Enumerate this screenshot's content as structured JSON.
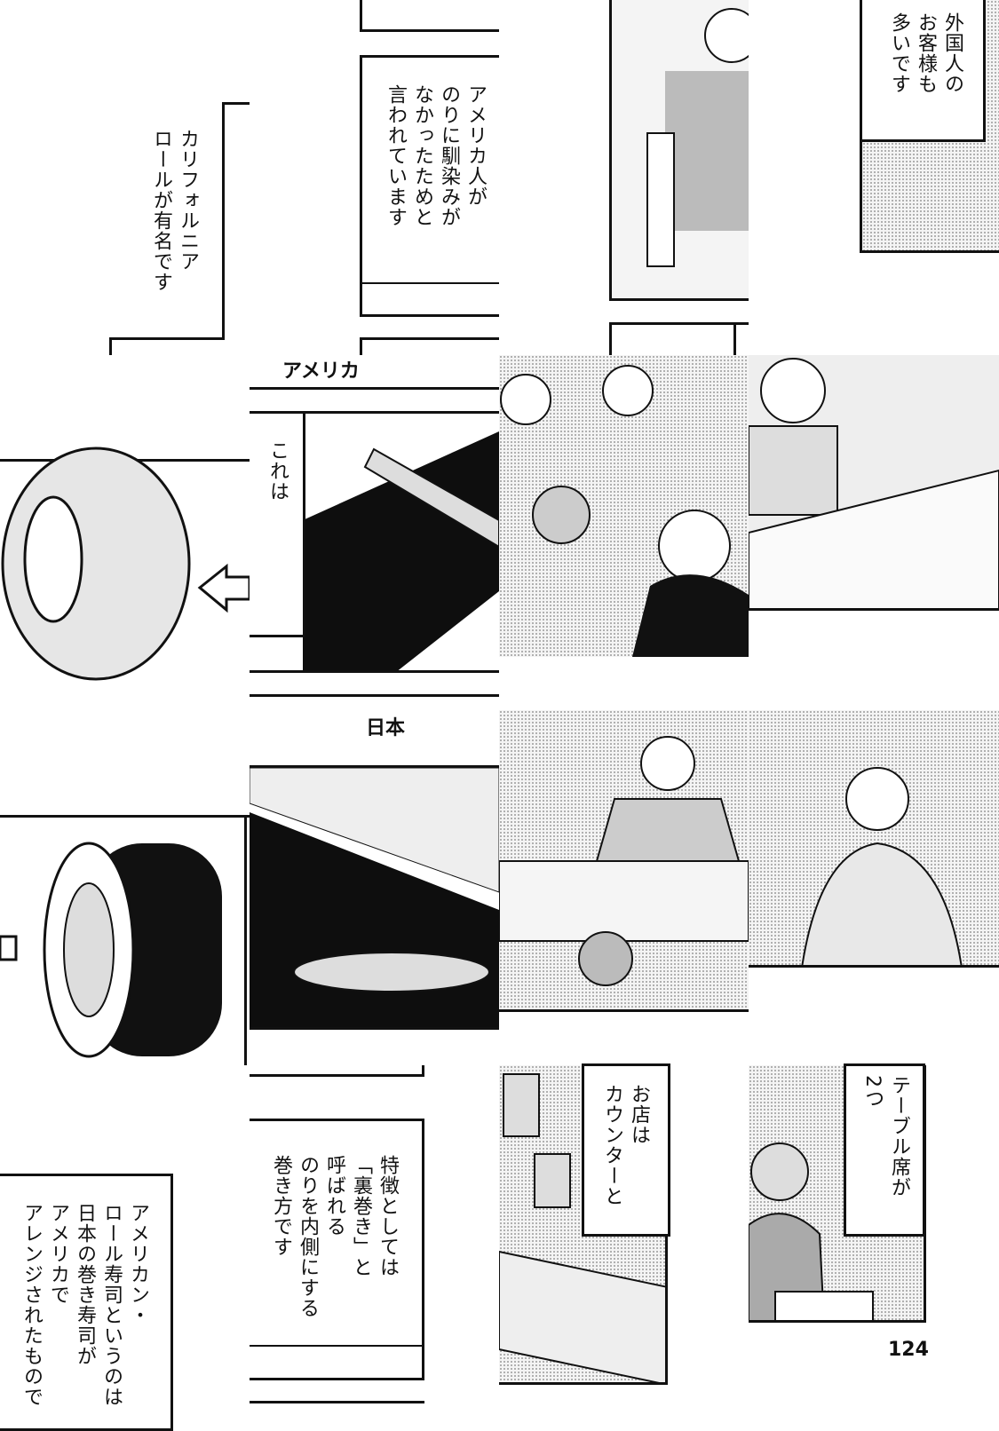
{
  "captions": {
    "california": "カリフォルニア\nロールが有名です",
    "americans_nori": "アメリカ人が\nのりに馴染みが\nなかったためと\n言われています",
    "foreign_guests": "外国人の\nお客様も\n多いです",
    "this_is": "これは",
    "american_roll": "アメリカン・\nロール寿司というのは\n日本の巻き寿司が\nアメリカで\nアレンジされたもので",
    "uramaki": "特徴としては\n「裏巻き」と\n呼ばれる\nのりを内側にする\n巻き方です",
    "counter": "お店は\nカウンターと",
    "tables": "テーブル席が\n2つ"
  },
  "labels": {
    "america": "アメリカ",
    "japan": "日本"
  },
  "page_number": "124"
}
